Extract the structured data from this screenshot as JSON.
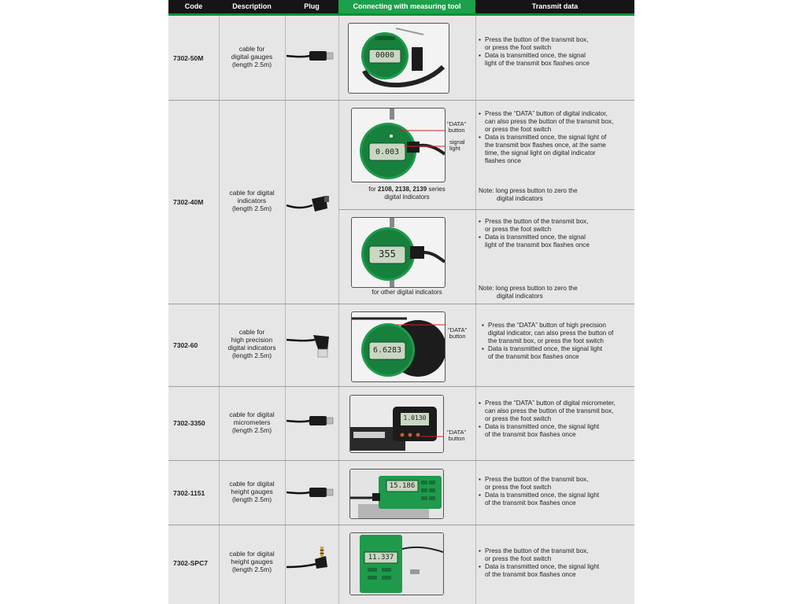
{
  "header": {
    "code": "Code",
    "description": "Description",
    "plug": "Plug",
    "connecting": "Connecting with measuring tool",
    "transmit": "Transmit data"
  },
  "rows": [
    {
      "code": "7302-50M",
      "description": [
        "cable for",
        "digital gauges",
        "(length 2.5m)"
      ],
      "display": "0000",
      "transmit": [
        {
          "type": "bullet",
          "text": "Press the button of the transmit box,"
        },
        {
          "type": "indent",
          "text": "or press the foot switch"
        },
        {
          "type": "bullet",
          "text": "Data is transmitted once, the signal"
        },
        {
          "type": "indent",
          "text": "light of the transmit box flashes once"
        }
      ]
    },
    {
      "code": "7302-40M",
      "description": [
        "cable for digital",
        "indicators",
        "(length 2.5m)"
      ],
      "sub_a": {
        "display": "0.003",
        "label_data": "\"DATA\"",
        "label_button": "button",
        "label_signal": "signal",
        "label_light": "light",
        "caption_prefix": "for ",
        "caption_bold": "2108, 2138, 2139",
        "caption_suffix": " series",
        "caption_line2": "digital indicators",
        "transmit": [
          {
            "type": "bullet",
            "text": "Press the “DATA” button of digital indicator,"
          },
          {
            "type": "indent",
            "text": "can also press the button of the transmit box,"
          },
          {
            "type": "indent",
            "text": "or press the foot switch"
          },
          {
            "type": "bullet",
            "text": "Data is transmitted once, the signal light of"
          },
          {
            "type": "indent",
            "text": "the transmit box flashes once, at the same"
          },
          {
            "type": "indent",
            "text": "time, the signal light on digital indicator"
          },
          {
            "type": "indent",
            "text": "flashes once"
          }
        ],
        "note_line1": "Note: long press button to zero the",
        "note_line2": "digital indicators"
      },
      "sub_b": {
        "display": "355",
        "caption": "for other digital indicators",
        "transmit": [
          {
            "type": "bullet",
            "text": "Press the button of the transmit box,"
          },
          {
            "type": "indent",
            "text": "or press the foot switch"
          },
          {
            "type": "bullet",
            "text": "Data is transmitted once, the signal"
          },
          {
            "type": "indent",
            "text": "light of the transmit box flashes once"
          }
        ],
        "note_line1": "Note: long press button to zero the",
        "note_line2": "digital indicators"
      }
    },
    {
      "code": "7302-60",
      "description": [
        "cable for",
        "high precision",
        "digital indicators",
        "(length 2.5m)"
      ],
      "display": "6.6283",
      "label_data": "\"DATA\"",
      "label_button": "button",
      "transmit": [
        {
          "type": "bullet",
          "text": "Press the “DATA” button of high precision"
        },
        {
          "type": "indent",
          "text": "digital indicator, can also press the button of"
        },
        {
          "type": "indent",
          "text": "the transmit box, or press the foot switch"
        },
        {
          "type": "bullet",
          "text": "Data is transmitted once, the signal light"
        },
        {
          "type": "indent",
          "text": "of the transmit box flashes once"
        }
      ]
    },
    {
      "code": "7302-3350",
      "description": [
        "cable for digital",
        "micrometers",
        "(length 2.5m)"
      ],
      "display": "1.0130",
      "label_data": "\"DATA\"",
      "label_button": "button",
      "transmit": [
        {
          "type": "bullet",
          "text": "Press the “DATA” button of digital micrometer,"
        },
        {
          "type": "indent",
          "text": "can also press the button of the transmit box,"
        },
        {
          "type": "indent",
          "text": "or press the foot switch"
        },
        {
          "type": "bullet",
          "text": "Data is transmitted once, the signal light"
        },
        {
          "type": "indent",
          "text": "of the transmit box flashes once"
        }
      ]
    },
    {
      "code": "7302-1151",
      "description": [
        "cable for digital",
        "height gauges",
        "(length 2.5m)"
      ],
      "display": "15.186",
      "transmit": [
        {
          "type": "bullet",
          "text": "Press the button of the transmit box,"
        },
        {
          "type": "indent",
          "text": "or press the foot switch"
        },
        {
          "type": "bullet",
          "text": "Data is transmitted once, the signal light"
        },
        {
          "type": "indent",
          "text": "of the transmit box flashes once"
        }
      ]
    },
    {
      "code": "7302-SPC7",
      "description": [
        "cable for digital",
        "height gauges",
        "(length 2.5m)"
      ],
      "display": "11.337",
      "transmit": [
        {
          "type": "bullet",
          "text": "Press the button of the transmit box,"
        },
        {
          "type": "indent",
          "text": "or press the foot switch"
        },
        {
          "type": "bullet",
          "text": "Data is transmitted once, the signal light"
        },
        {
          "type": "indent",
          "text": "of the transmit box flashes once"
        }
      ]
    }
  ],
  "colors": {
    "header_dark": "#151515",
    "header_green": "#1da04b",
    "instrument_green": "#1f9a4c",
    "lcd": "#c9d7c2",
    "annotation_red": "#d8202a"
  }
}
